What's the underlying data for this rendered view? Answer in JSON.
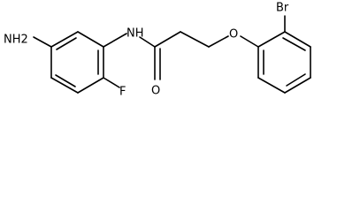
{
  "atom_labels": {
    "nh2": "NH2",
    "nh": "NH",
    "br": "Br",
    "o_ether": "O",
    "o_carbonyl": "O",
    "f": "F"
  },
  "colors": {
    "bond": "#000000",
    "label": "#000000",
    "background": "#ffffff"
  }
}
